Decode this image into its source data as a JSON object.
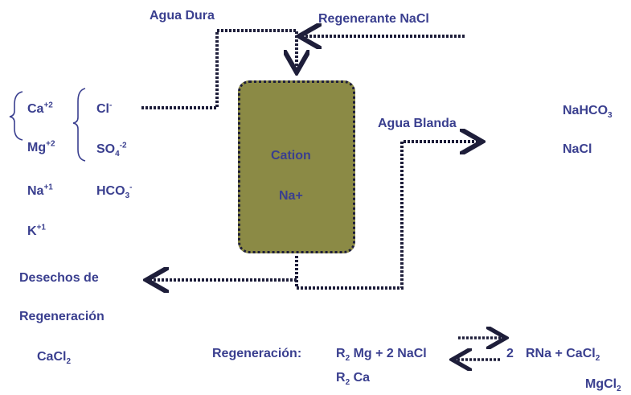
{
  "labels": {
    "hard_water": "Agua Dura",
    "regenerant": "Regenerante NaCl",
    "soft_water": "Agua Blanda",
    "waste_line1": "Desechos de",
    "waste_line2": "Regeneración",
    "waste_salt": "CaCl",
    "waste_salt_sub": "2"
  },
  "resin": {
    "line1": "Cation",
    "line2": "Na+"
  },
  "cations": [
    {
      "sym": "Ca",
      "charge": "+2"
    },
    {
      "sym": "Mg",
      "charge": "+2"
    },
    {
      "sym": "Na",
      "charge": "+1"
    },
    {
      "sym": "K",
      "charge": "+1"
    }
  ],
  "anions": [
    {
      "base": "Cl",
      "sub": "",
      "charge": "-"
    },
    {
      "base": "SO",
      "sub": "4",
      "charge": "-2"
    },
    {
      "base": "HCO",
      "sub": "3",
      "charge": "-"
    }
  ],
  "outputs": [
    "NaHCO3",
    "NaCl"
  ],
  "reaction": {
    "prefix": "Regeneración:",
    "lhs_r": "R",
    "lhs_r_sub": "2",
    "lhs_mg": "Mg + 2 NaCl",
    "lhs2_r": "R",
    "lhs2_r_sub": "2",
    "lhs2_ca": "Ca",
    "coef": "2",
    "rhs": "RNa +  CaCl",
    "rhs_sub": "2",
    "rhs2": "MgCl",
    "rhs2_sub": "2"
  },
  "colors": {
    "text": "#3a3f8f",
    "resin_fill": "#8b8a45",
    "line": "#1e1e3a"
  }
}
